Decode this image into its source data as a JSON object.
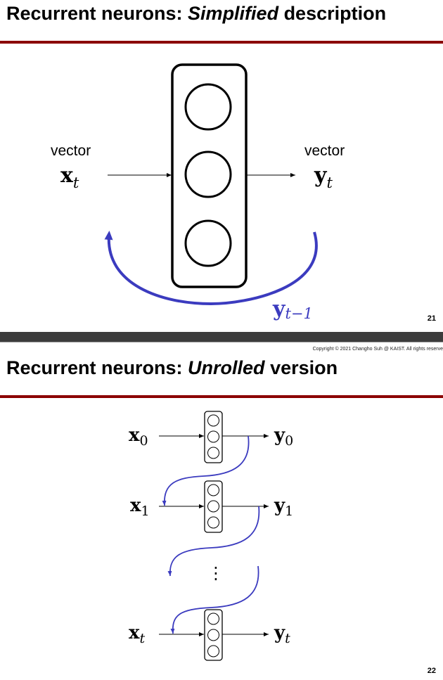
{
  "slide1": {
    "title_prefix": "Recurrent neurons: ",
    "title_emph": "Simplified",
    "title_suffix": " description",
    "input_caption": "vector",
    "input_symbol": "x",
    "input_subscript": "t",
    "output_caption": "vector",
    "output_symbol": "y",
    "output_subscript": "t",
    "feedback_symbol": "y",
    "feedback_subscript": "t−1",
    "page_number": "21",
    "colors": {
      "feedback": "#3b3bbf",
      "rule": "#8b0000"
    }
  },
  "slide2": {
    "copyright": "Copyright © 2021 Changho Suh @ KAIST. All rights reserve",
    "title_prefix": "Recurrent neurons: ",
    "title_emph": "Unrolled",
    "title_suffix": " version",
    "steps": [
      {
        "input_symbol": "x",
        "input_subscript": "0",
        "output_symbol": "y",
        "output_subscript": "0"
      },
      {
        "input_symbol": "x",
        "input_subscript": "1",
        "output_symbol": "y",
        "output_subscript": "1"
      },
      {
        "input_symbol": "x",
        "input_subscript": "t",
        "output_symbol": "y",
        "output_subscript": "t"
      }
    ],
    "ellipsis": "⋮",
    "page_number": "22"
  }
}
